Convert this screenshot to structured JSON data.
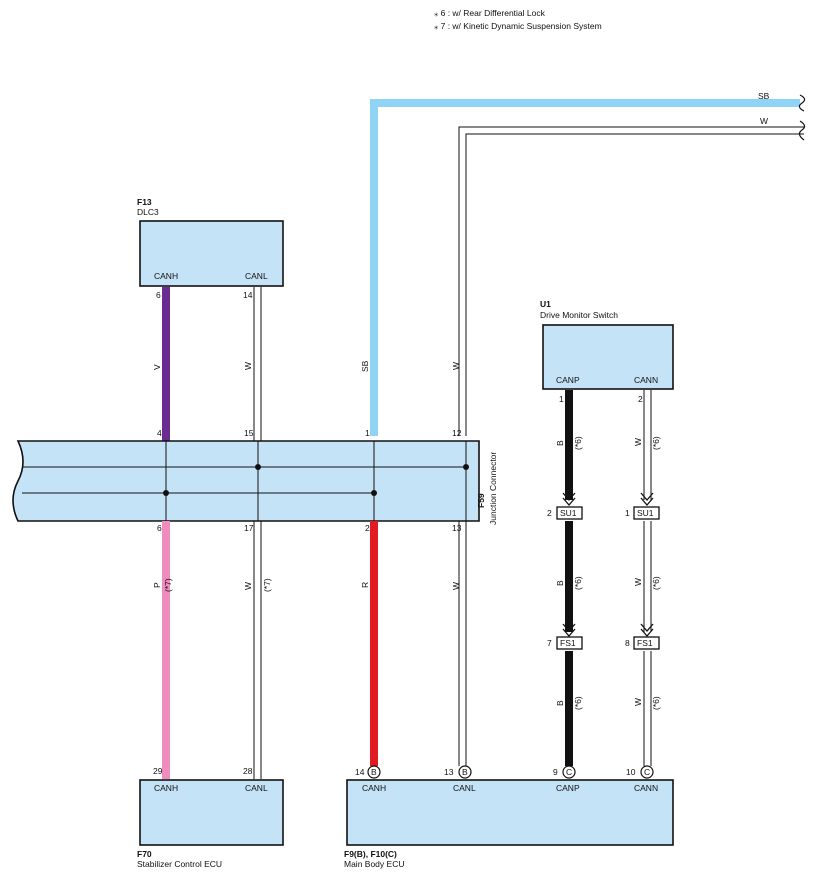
{
  "notes": [
    "⁎ 6 : w/ Rear Differential Lock",
    "⁎ 7 : w/ Kinetic Dynamic Suspension System"
  ],
  "colors": {
    "ecu_fill": "#c5e3f7",
    "wire_V": "#6b2c91",
    "wire_SB": "#8fd3f5",
    "wire_P": "#ef8bbd",
    "wire_R": "#e21b23",
    "wire_B": "#111111",
    "wire_W": "#ffffff"
  },
  "external": {
    "sb": "SB",
    "w": "W"
  },
  "dlc3": {
    "code": "F13",
    "name": "DLC3",
    "pin_h_name": "CANH",
    "pin_l_name": "CANL",
    "pin_h": "6",
    "pin_l": "14"
  },
  "u1": {
    "code": "U1",
    "name": "Drive Monitor Switch",
    "pin_p_name": "CANP",
    "pin_n_name": "CANN",
    "pin_p": "1",
    "pin_n": "2"
  },
  "junction": {
    "code": "F59",
    "name": "Junction Connector",
    "top_pins": [
      "4",
      "15",
      "1",
      "12"
    ],
    "bottom_pins": [
      "6",
      "17",
      "2",
      "13"
    ]
  },
  "f70": {
    "code": "F70",
    "name": "Stabilizer Control ECU",
    "pin_h_name": "CANH",
    "pin_l_name": "CANL",
    "pin_h": "29",
    "pin_l": "28"
  },
  "main_body": {
    "code": "F9(B), F10(C)",
    "name": "Main Body ECU",
    "pins": [
      {
        "num": "14",
        "conn": "B",
        "name": "CANH"
      },
      {
        "num": "13",
        "conn": "B",
        "name": "CANL"
      },
      {
        "num": "9",
        "conn": "C",
        "name": "CANP"
      },
      {
        "num": "10",
        "conn": "C",
        "name": "CANN"
      }
    ]
  },
  "inline_connectors": [
    {
      "left_pin": "2",
      "name": "SU1",
      "right_pin": "1",
      "right_name": "SU1"
    },
    {
      "left_pin": "7",
      "name": "FS1",
      "right_pin": "8",
      "right_name": "FS1"
    }
  ],
  "wire_labels": {
    "dlc_h": "V",
    "dlc_l": "W",
    "sb": "SB",
    "w_top": "W",
    "u1_p": "B",
    "u1_n": "W",
    "f70_h": "P",
    "f70_l": "W",
    "mb_h": "R",
    "mb_l": "W",
    "note6": "(*6)",
    "note7": "(*7)"
  }
}
